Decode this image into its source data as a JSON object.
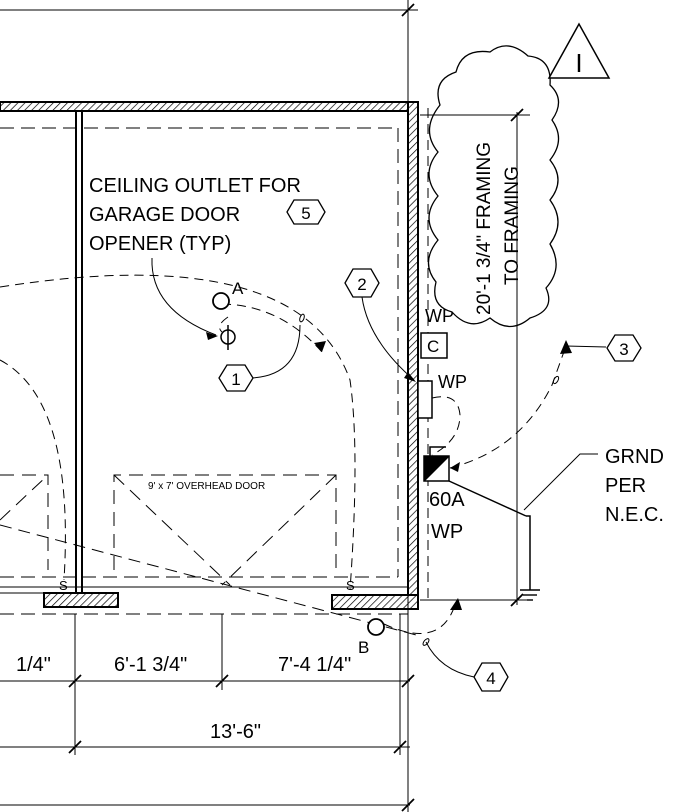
{
  "notes": {
    "ceiling_outlet_line1": "CEILING OUTLET FOR",
    "ceiling_outlet_line2": "GARAGE DOOR",
    "ceiling_outlet_line3": "OPENER (TYP)",
    "ground_line1": "GRND",
    "ground_line2": "PER",
    "ground_line3": "N.E.C."
  },
  "door": {
    "label": "9' x 7' OVERHEAD DOOR"
  },
  "tags": {
    "hex_1": "1",
    "hex_2": "2",
    "hex_3": "3",
    "hex_4": "4",
    "hex_5": "5",
    "revision": "I"
  },
  "devices": {
    "outlet_a": "A",
    "outlet_b": "B",
    "box_c": "C",
    "wp_1": "WP",
    "wp_2": "WP",
    "panel_amps": "60A",
    "panel_wp": "WP",
    "switch_s1": "S",
    "switch_s2": "S"
  },
  "dimensions": {
    "vertical_line1": "20'-1 3/4\" FRAMING",
    "vertical_line2": "TO FRAMING",
    "left_partial": "1/4\"",
    "mid": "6'-1 3/4\"",
    "right": "7'-4 1/4\"",
    "total": "13'-6\""
  }
}
